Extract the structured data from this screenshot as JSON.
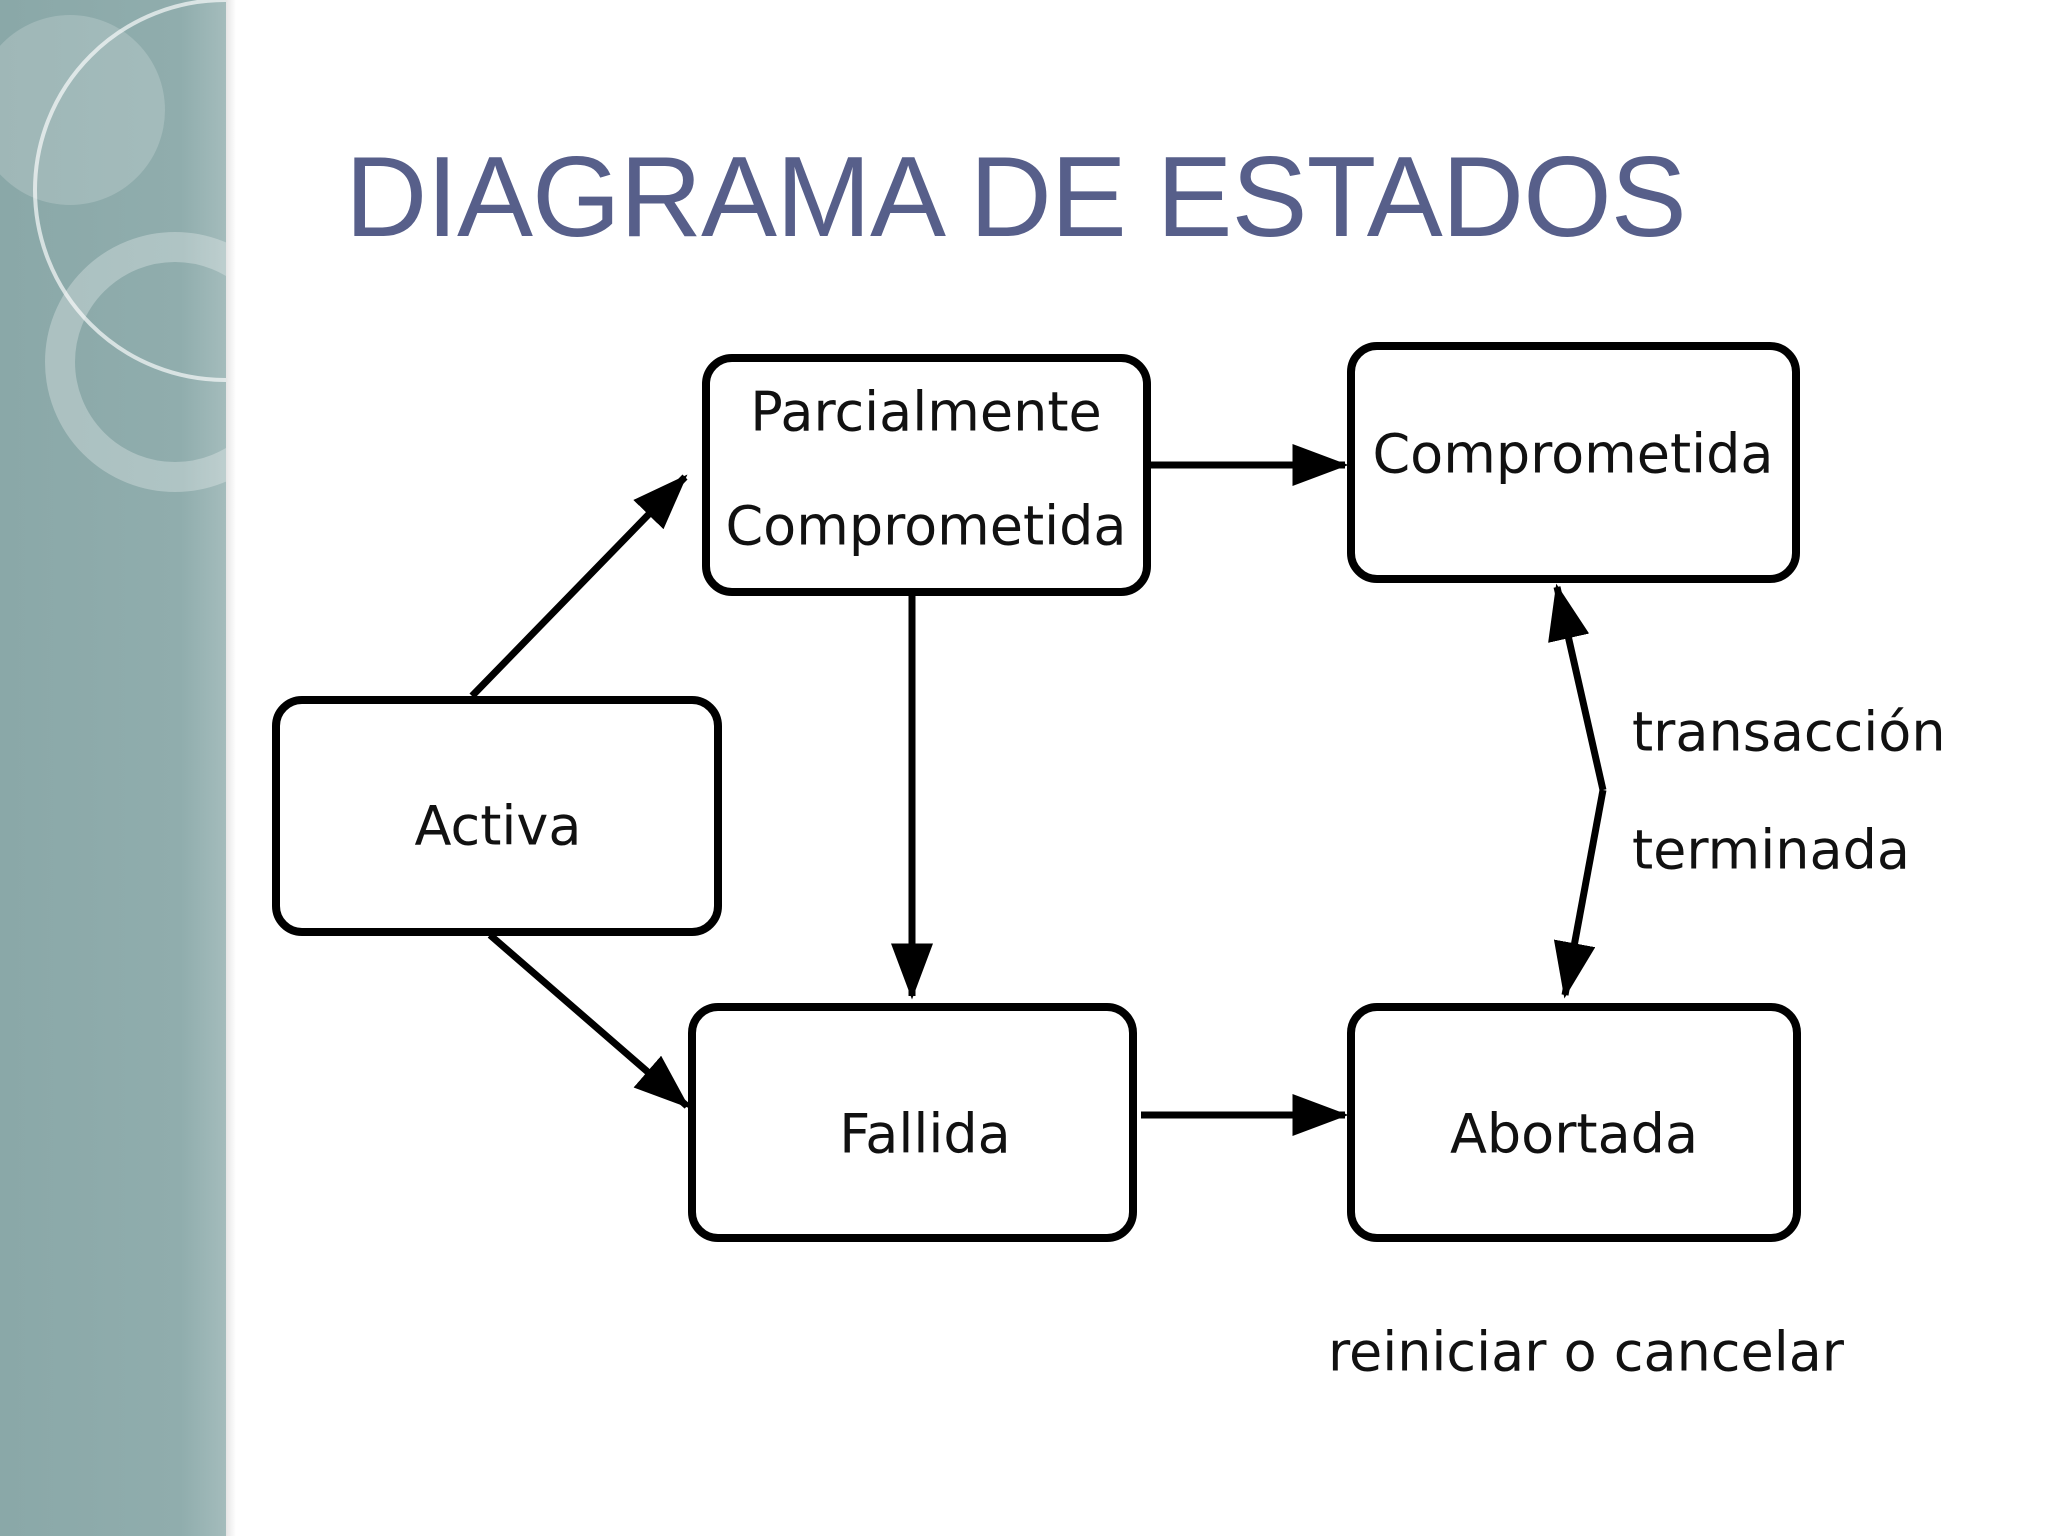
{
  "slide": {
    "title": "DIAGRAMA DE ESTADOS"
  },
  "colors": {
    "sidebar": "#8fabab",
    "title": "#575f8a",
    "stroke": "#000000",
    "background": "#ffffff"
  },
  "states": {
    "activa": "Activa",
    "parcialmente_line1": "Parcialmente",
    "parcialmente_line2": "Comprometida",
    "comprometida": "Comprometida",
    "fallida": "Fallida",
    "abortada": "Abortada"
  },
  "labels": {
    "transaccion_line1": "transacción",
    "transaccion_line2": "terminada",
    "reiniciar": "reiniciar o cancelar"
  }
}
